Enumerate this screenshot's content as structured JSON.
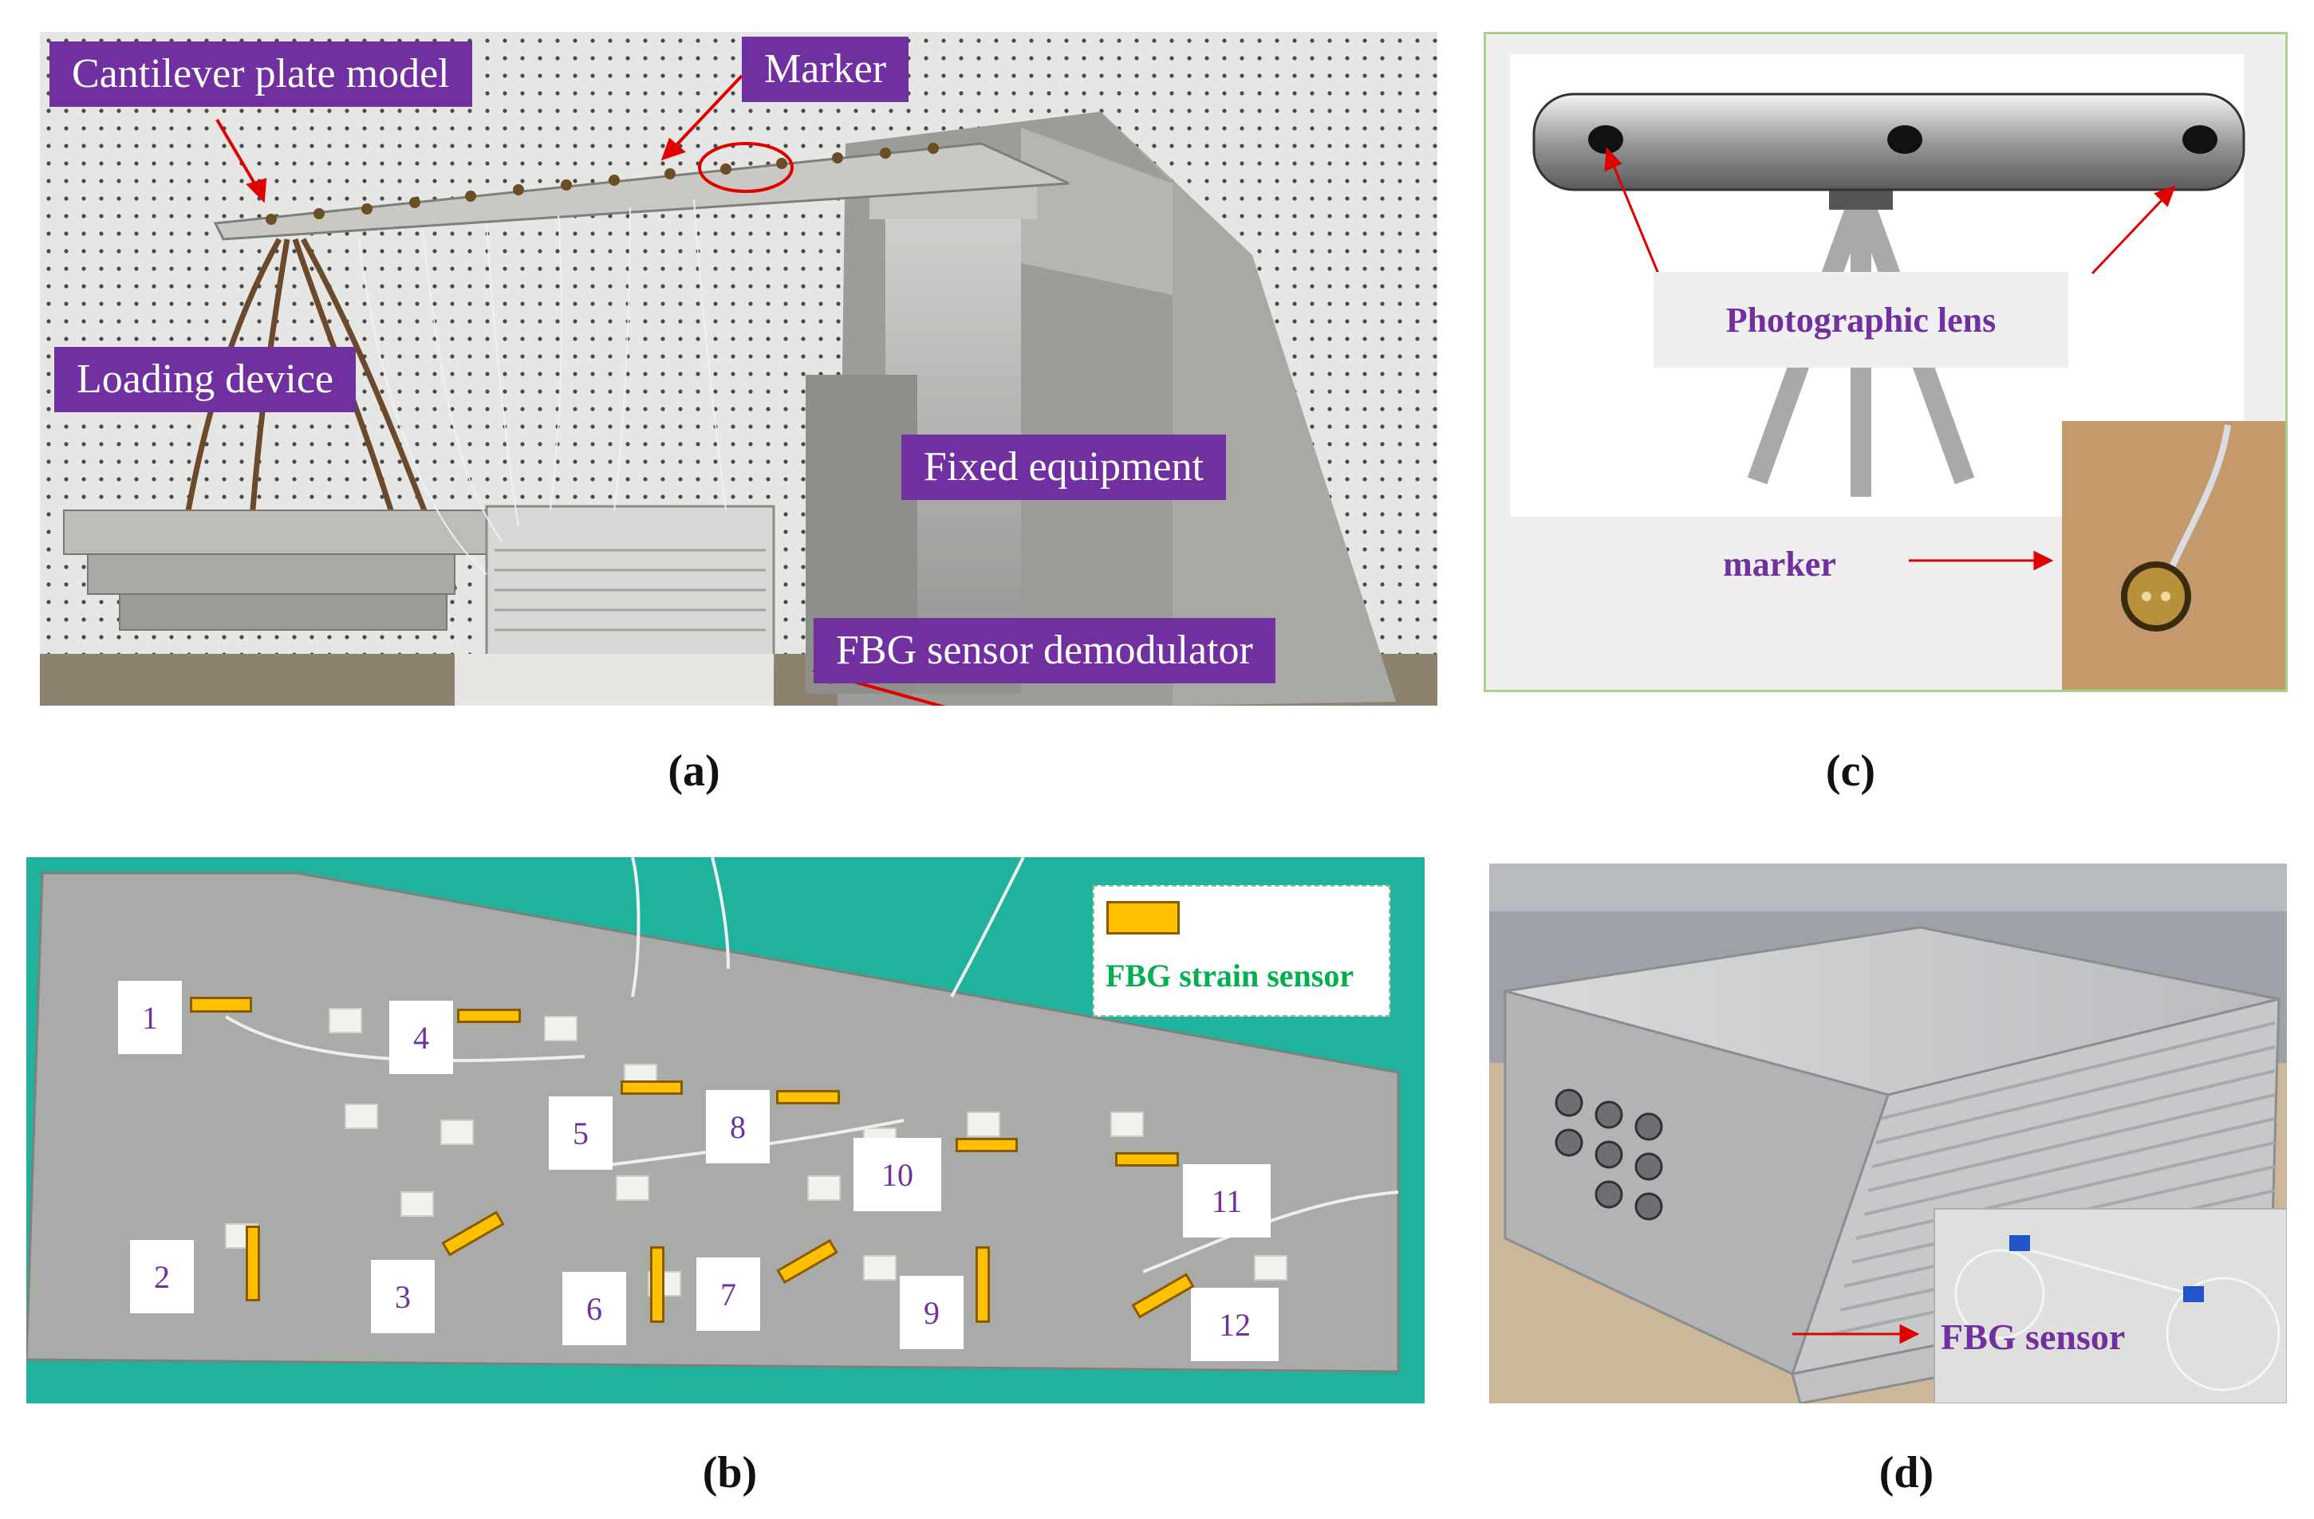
{
  "panel_a": {
    "caption": "(a)",
    "labels": {
      "cantilever": "Cantilever plate model",
      "marker": "Marker",
      "loading": "Loading device",
      "fixed": "Fixed equipment",
      "demodulator": "FBG sensor demodulator"
    }
  },
  "panel_b": {
    "caption": "(b)",
    "legend": "FBG strain sensor",
    "sensors": [
      "1",
      "2",
      "3",
      "4",
      "5",
      "6",
      "7",
      "8",
      "9",
      "10",
      "11",
      "12"
    ]
  },
  "panel_c": {
    "caption": "(c)",
    "lens_label": "Photographic lens",
    "marker_label": "marker"
  },
  "panel_d": {
    "caption": "(d)",
    "sensor_label": "FBG sensor"
  },
  "colors": {
    "label_purple": "#7030a0",
    "sensor_orange": "#ffc000",
    "legend_green": "#00b050",
    "arrow_red": "#e00000",
    "board_teal": "#1fb39e"
  }
}
